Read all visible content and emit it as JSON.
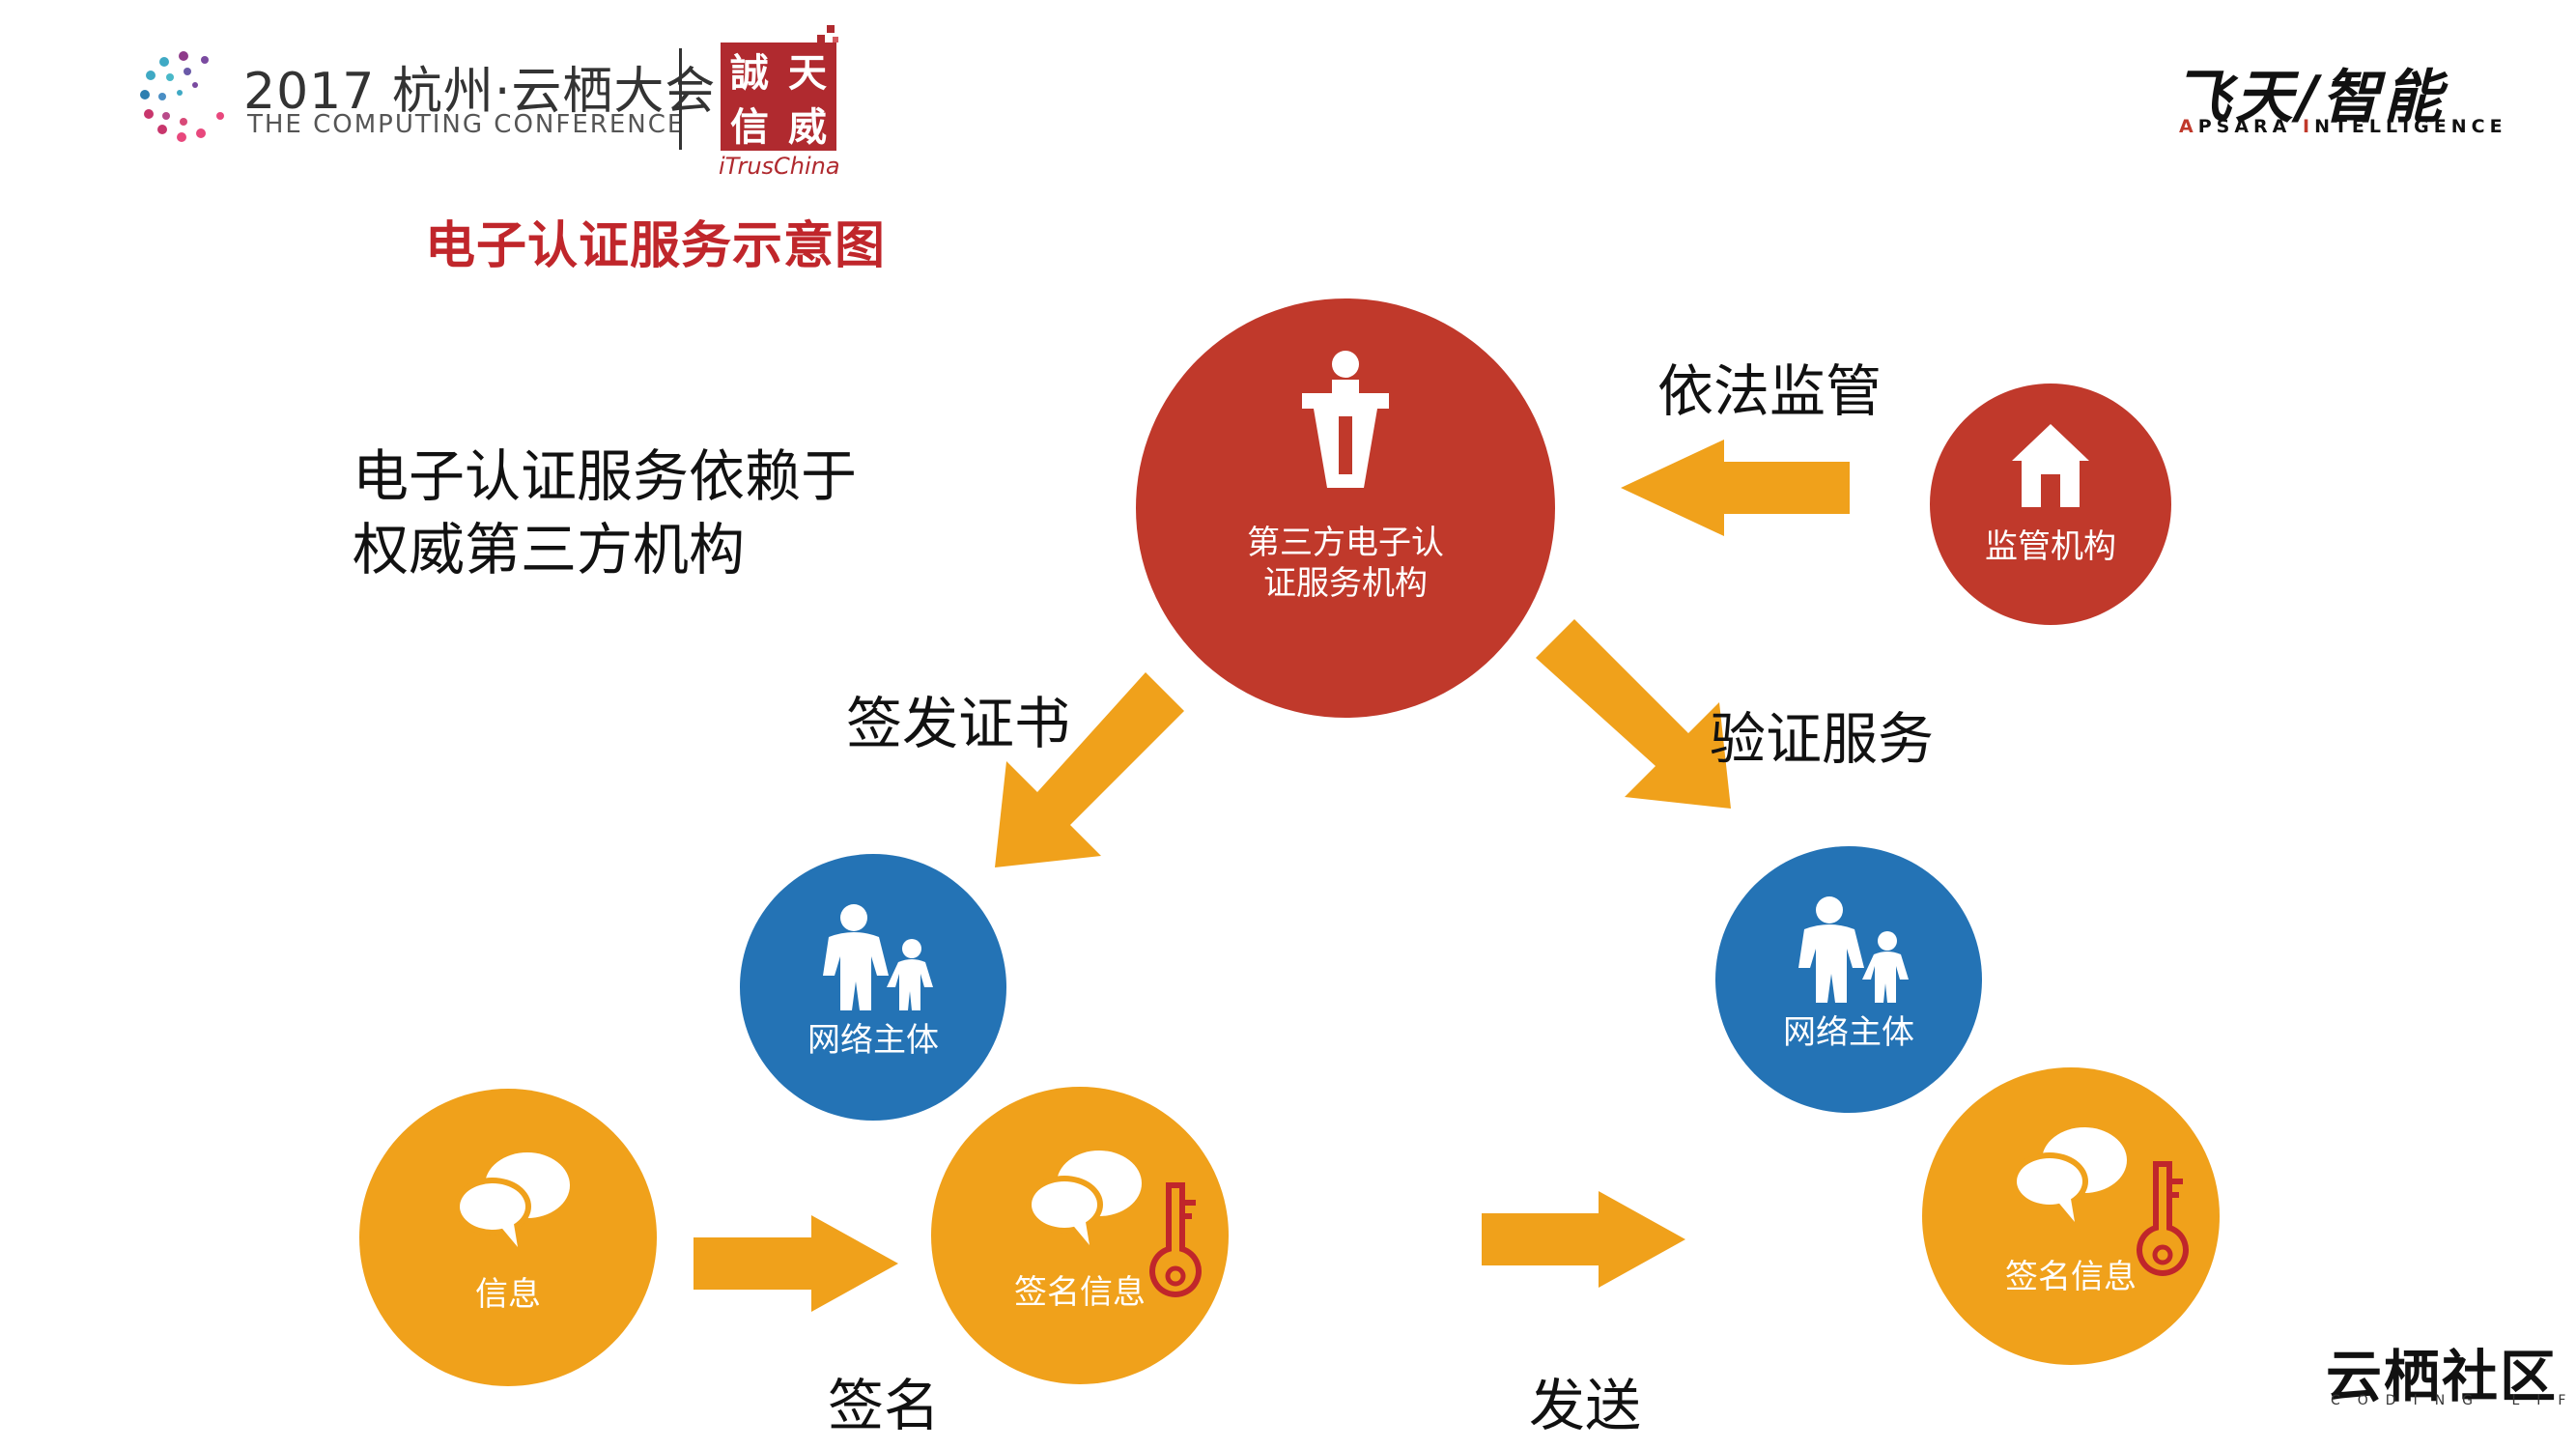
{
  "header": {
    "conference_title": "2017 杭州·云栖大会",
    "conference_subtitle": "THE COMPUTING CONFERENCE",
    "itrus_chars": [
      "誠",
      "天",
      "信",
      "威"
    ],
    "itrus_name": "iTrusChina",
    "apsara_cn": "飞天/智能",
    "apsara_en_initial_a": "A",
    "apsara_en_rest_a": "PSARA ",
    "apsara_en_initial_i": "I",
    "apsara_en_rest_i": "NTELLIGENCE"
  },
  "page_title": "电子认证服务示意图",
  "description": {
    "line1": "电子认证服务依赖于",
    "line2": "权威第三方机构"
  },
  "nodes": {
    "ca": {
      "line1": "第三方电子认",
      "line2": "证服务机构",
      "icon": "podium-icon",
      "color": "#c0392b"
    },
    "regulator": {
      "label": "监管机构",
      "icon": "house-icon",
      "color": "#c0392b"
    },
    "subject_left": {
      "label": "网络主体",
      "icon": "people-icon",
      "color": "#2473b5"
    },
    "subject_right": {
      "label": "网络主体",
      "icon": "people-icon",
      "color": "#2473b5"
    },
    "info": {
      "label": "信息",
      "icon": "speech-bubble-icon",
      "color": "#f0a11b"
    },
    "signed_left": {
      "label": "签名信息",
      "icon": "speech-bubble-icon",
      "color": "#f0a11b"
    },
    "signed_right": {
      "label": "签名信息",
      "icon": "speech-bubble-icon",
      "color": "#f0a11b"
    }
  },
  "arrow_labels": {
    "supervision": "依法监管",
    "issue_cert": "签发证书",
    "verify": "验证服务",
    "sign": "签名",
    "send": "发送"
  },
  "footer": {
    "community": "云栖社区",
    "community_sub": "CODING LIFE"
  },
  "colors": {
    "red": "#c0392b",
    "blue": "#2473b5",
    "orange": "#f0a11b",
    "title_red": "#c0262b"
  }
}
